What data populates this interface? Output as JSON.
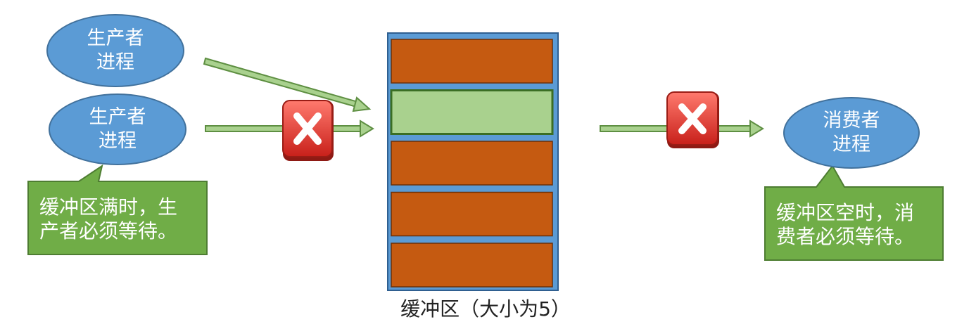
{
  "producer_1": {
    "line1": "生产者",
    "line2": "进程"
  },
  "producer_2": {
    "line1": "生产者",
    "line2": "进程"
  },
  "consumer": {
    "line1": "消费者",
    "line2": "进程"
  },
  "callout_producer": {
    "line1": "缓冲区满时，生",
    "line2": "产者必须等待。"
  },
  "callout_consumer": {
    "line1": "缓冲区空时，消",
    "line2": "费者必须等待。"
  },
  "buffer": {
    "caption": "缓冲区（大小为5）",
    "slots": [
      "full",
      "empty",
      "full",
      "full",
      "full"
    ]
  },
  "colors": {
    "ellipse_fill": "#5b9bd5",
    "callout_fill": "#70ad47",
    "arrow_fill": "#a9d18e",
    "slot_full": "#c55a11",
    "slot_empty": "#a9d18e",
    "buffer_frame": "#5b9bd5",
    "blocked_icon": "#e8392c"
  },
  "icons": {
    "blocked": "red-x-icon"
  }
}
